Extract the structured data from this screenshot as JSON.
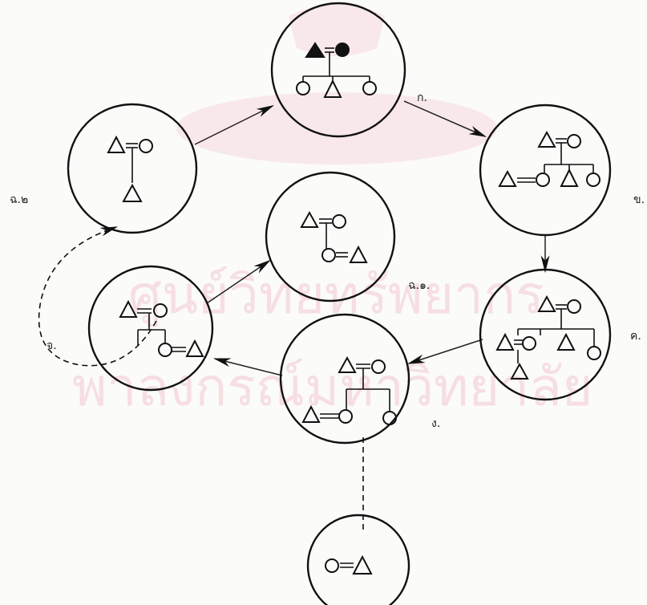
{
  "labels": {
    "k": "ก.",
    "kh": "ข.",
    "kh2": "ค.",
    "ng": "ง.",
    "ch": "จ.",
    "f1": "ฉ.๑.",
    "f2": "ฉ.๒"
  },
  "watermark": {
    "line1": "ศูนย์วิทยทรัพยากร",
    "line2": "พาลงกรณ์มหาวิทยาลัย"
  }
}
